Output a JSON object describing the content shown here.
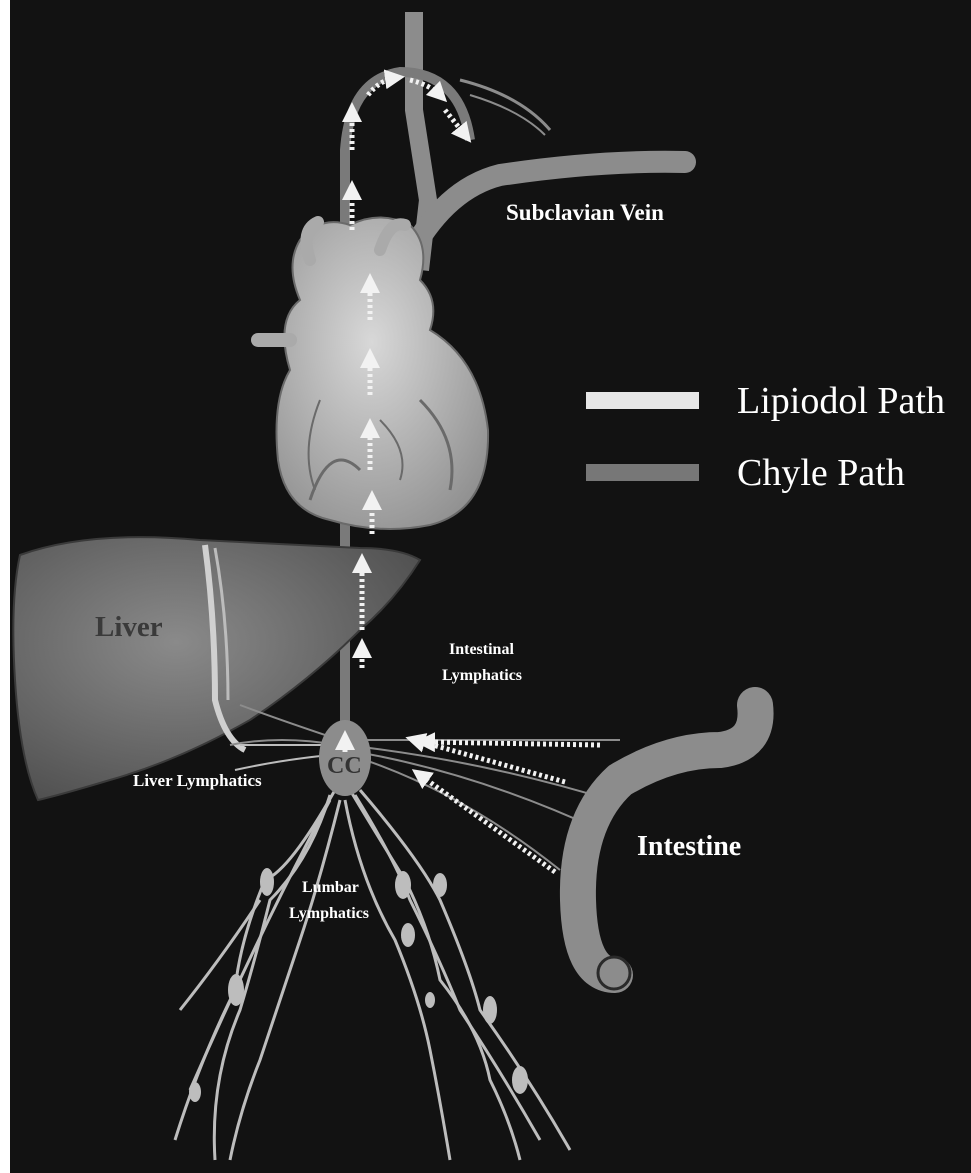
{
  "labels": {
    "subclavian_vein": "Subclavian Vein",
    "liver": "Liver",
    "intestinal_lymphatics_line1": "Intestinal",
    "intestinal_lymphatics_line2": "Lymphatics",
    "cc": "CC",
    "liver_lymphatics": "Liver Lymphatics",
    "lumbar_lymphatics_line1": "Lumbar",
    "lumbar_lymphatics_line2": "Lymphatics",
    "intestine": "Intestine"
  },
  "legend": {
    "items": [
      {
        "label": "Lipiodol Path",
        "color": "#e6e6e6"
      },
      {
        "label": "Chyle Path",
        "color": "#777777"
      }
    ]
  },
  "colors": {
    "background": "#121212",
    "vessel": "#8c8c8c",
    "lymphatic": "#bdbdbd",
    "chyle": "#7a7a7a",
    "arrow": "#f2f2f2",
    "liver": "#6e6e6e",
    "heart": "#b5b5b5"
  }
}
